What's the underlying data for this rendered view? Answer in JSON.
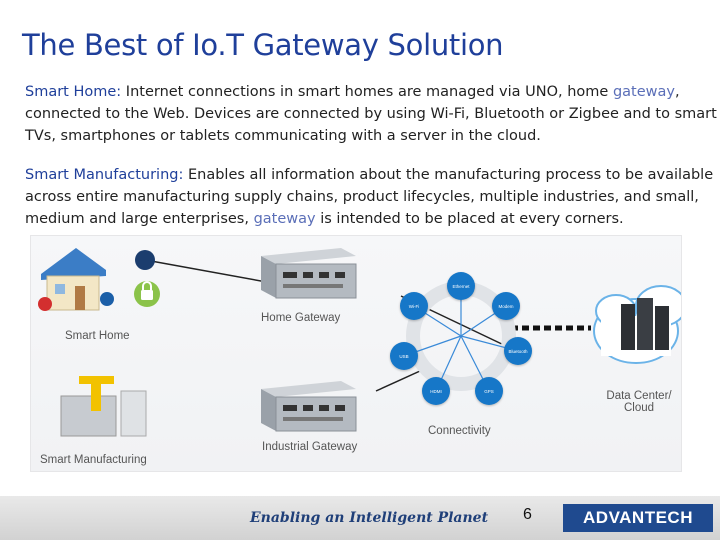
{
  "title": "The Best of Io.T Gateway Solution",
  "home_para": {
    "lead": "Smart Home:",
    "text1": " Internet connections in smart homes are managed via UNO, home ",
    "keyword": "gateway",
    "text2": ", connected to the Web. Devices are connected by using Wi-Fi, Bluetooth or Zigbee and to smart TVs, smartphones or tablets communicating with a server in the cloud."
  },
  "mfg_para": {
    "lead": "Smart Manufacturing:",
    "text1": " Enables all information about the manufacturing process to be available across entire manufacturing supply chains,  product  lifecycles, multiple industries, and small, medium and large enterprises, ",
    "keyword": "gateway",
    "text2": " is intended to be placed at every corners."
  },
  "diagram": {
    "home_gateway": "Home Gateway",
    "smart_home": "Smart Home",
    "industrial_gateway": "Industrial Gateway",
    "smart_manufacturing": "Smart Manufacturing",
    "connectivity": "Connectivity",
    "data_center": "Data Center/",
    "cloud": "Cloud",
    "nodes": {
      "ethernet": "Ethernet",
      "modem": "Modem",
      "wifi": "Wi-Fi",
      "bluetooth": "Bluetooth",
      "usb": "USB",
      "hdmi": "HDMI",
      "gps": "GPS"
    }
  },
  "footer": {
    "slogan": "Enabling an Intelligent Planet",
    "page": "6",
    "logo": "ADVANTECH"
  },
  "colors": {
    "title": "#1f3f9a",
    "keyword": "#5b6fb8",
    "node": "#1677c8",
    "logo_bg": "#1f4a8f"
  }
}
